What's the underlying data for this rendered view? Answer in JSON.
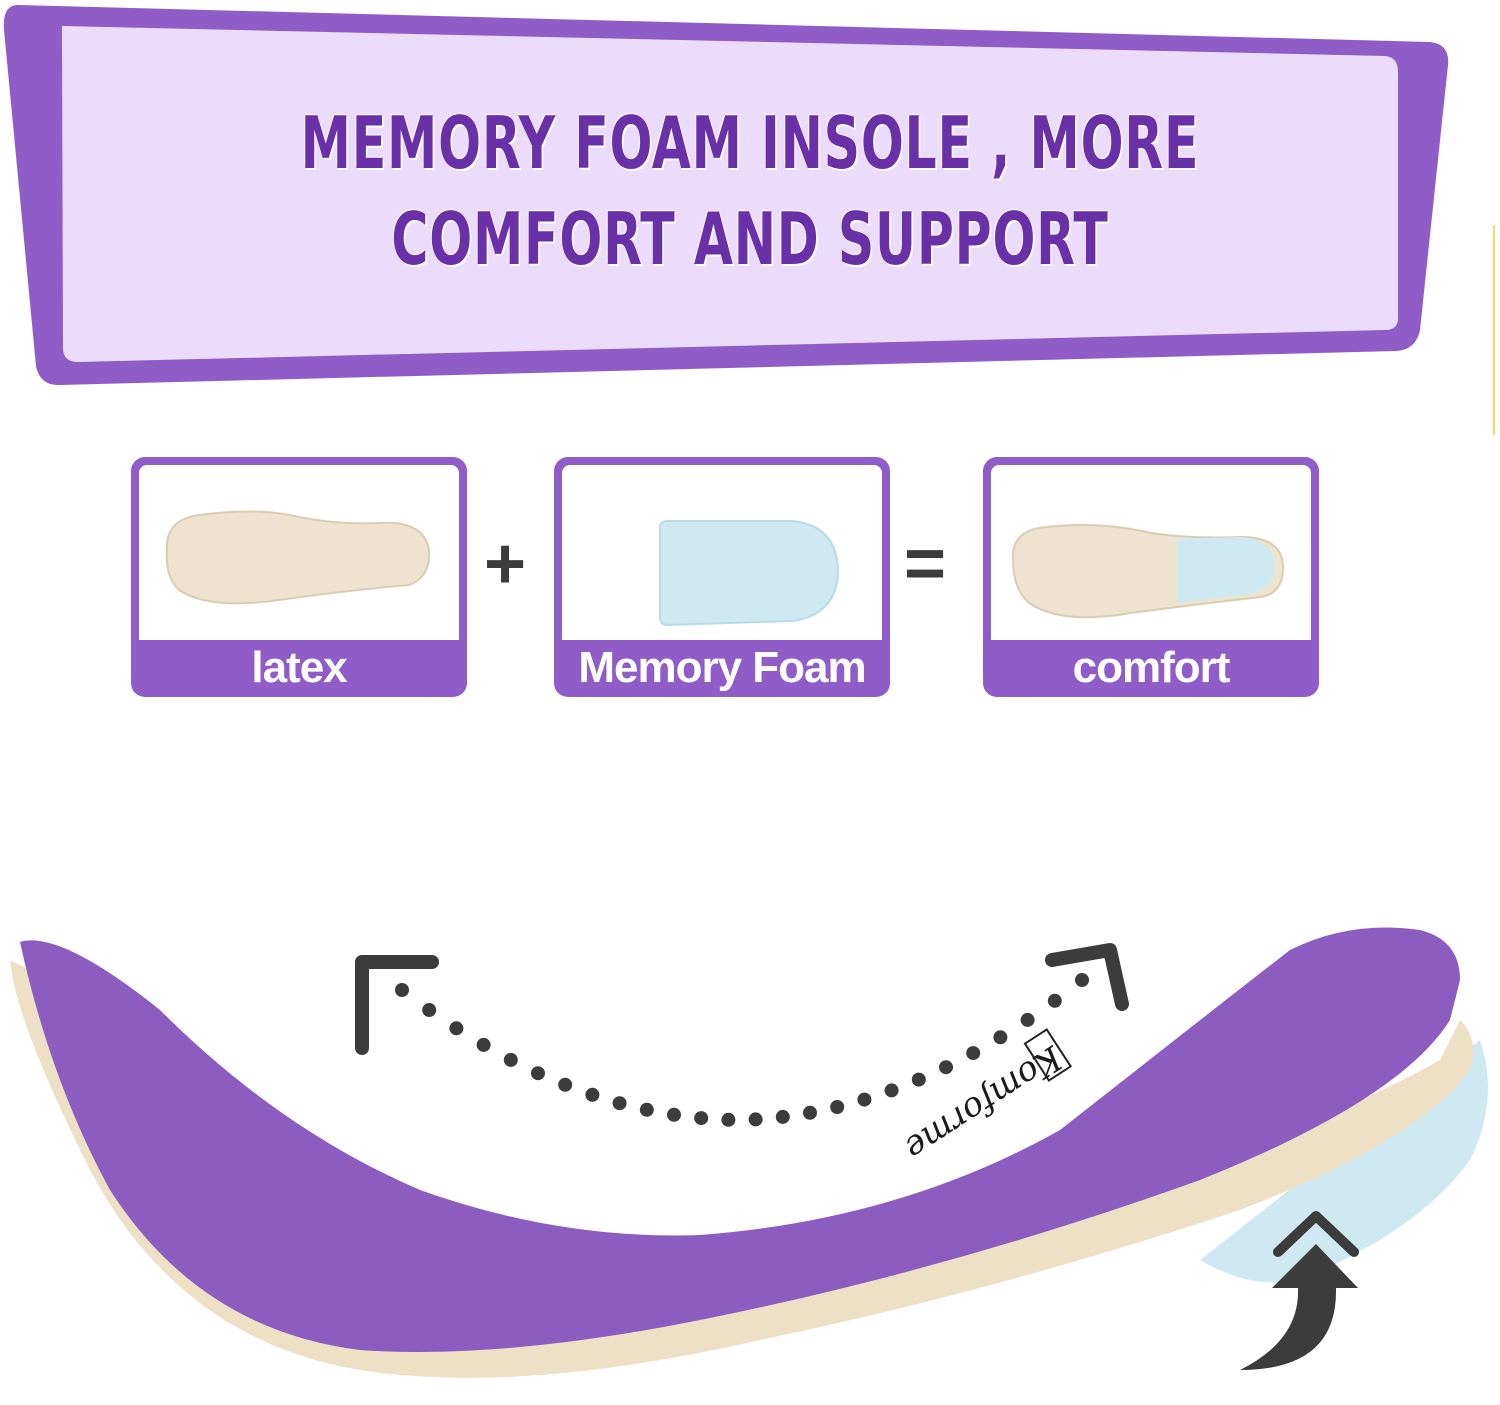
{
  "banner": {
    "headline_line1": "MEMORY FOAM INSOLE , MORE",
    "headline_line2": "COMFORT AND SUPPORT"
  },
  "equation": {
    "cards": [
      {
        "label": "latex",
        "image": "latex-insole-image"
      },
      {
        "label": "Memory Foam",
        "image": "memory-foam-heel-pad-image"
      },
      {
        "label": "comfort",
        "image": "combined-insole-image"
      }
    ],
    "plus_symbol": "+",
    "equals_symbol": "="
  },
  "product": {
    "brand_logo_text": "Komforme",
    "icons": [
      "curved-dotted-flex-arrow-icon",
      "curved-up-arrow-icon"
    ]
  },
  "colors": {
    "banner_purple": "#8f5cc8",
    "banner_inner": "#ecdcfb",
    "headline_purple": "#6a30a8",
    "card_purple": "#8f5cc8",
    "insole_top_purple": "#8c5cc0",
    "latex_beige": "#ede3cf",
    "memory_foam_blue": "#cfe9f2",
    "icon_dark": "#3c3c3c"
  }
}
